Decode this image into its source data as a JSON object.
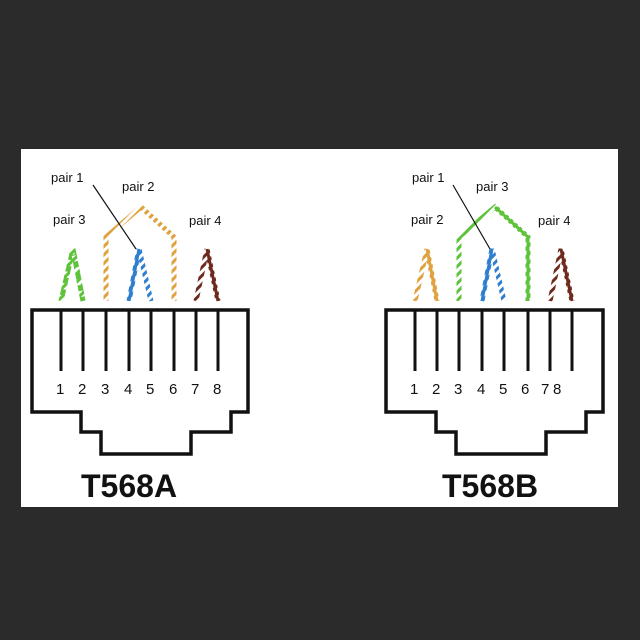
{
  "colors": {
    "background": "#2b2b2b",
    "panel": "#ffffff",
    "green": "#5ec23a",
    "orange": "#e0a23e",
    "blue": "#2f7fce",
    "brown": "#6e2a1d",
    "outline": "#111111"
  },
  "pins": [
    "1",
    "2",
    "3",
    "4",
    "5",
    "6",
    "7",
    "8"
  ],
  "standards": [
    {
      "title": "T568A",
      "labels": {
        "pair1": "pair 1",
        "pair2": "pair 2",
        "pair3": "pair 3",
        "pair4": "pair 4"
      },
      "wire_colors": [
        "green",
        "orange",
        "blue",
        "brown"
      ]
    },
    {
      "title": "T568B",
      "labels": {
        "pair1": "pair 1",
        "pair2": "pair 3",
        "pair3": "pair 2",
        "pair4": "pair 4"
      },
      "wire_colors": [
        "orange",
        "green",
        "blue",
        "brown"
      ]
    }
  ]
}
